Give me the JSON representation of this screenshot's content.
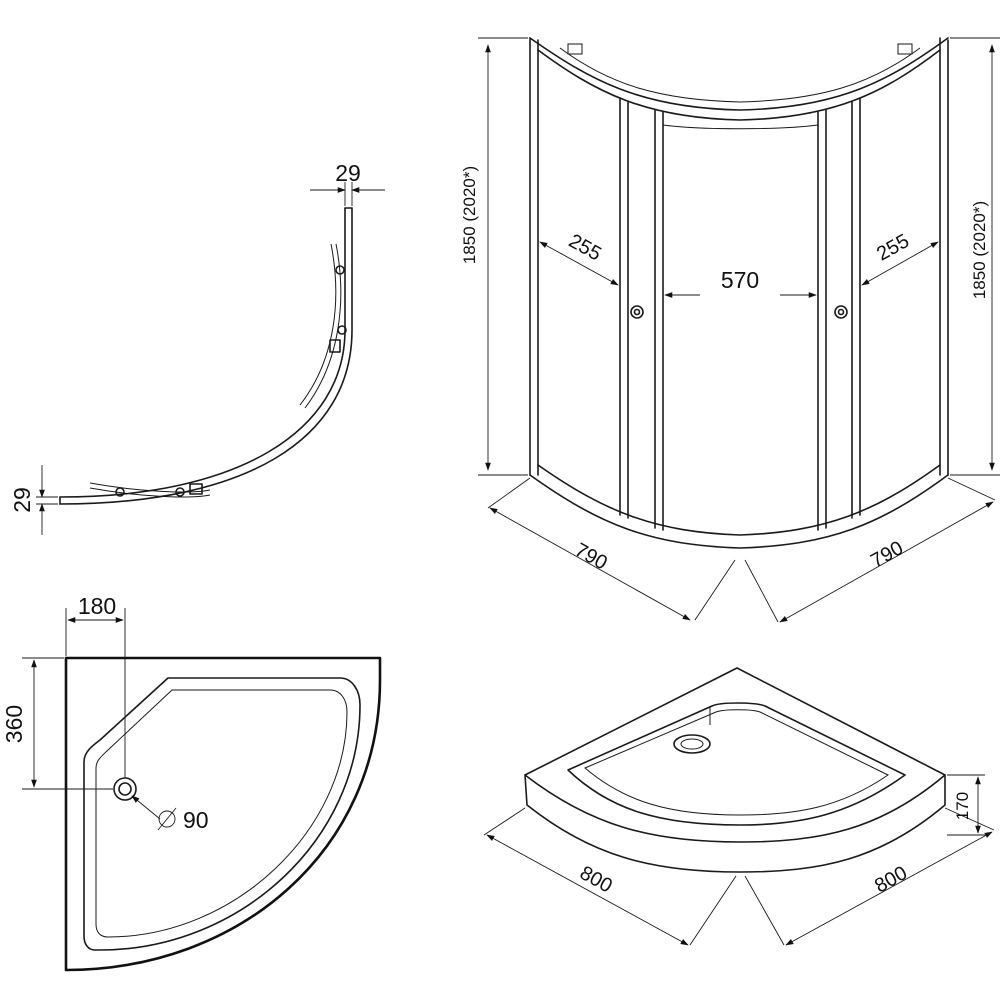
{
  "dimensions": {
    "profile_gap_top": "29",
    "profile_gap_left": "29",
    "cabin_height_left": "1850 (2020*)",
    "cabin_height_right": "1850 (2020*)",
    "side_panel_left": "255",
    "side_panel_right": "255",
    "door_opening": "570",
    "cabin_depth_left": "790",
    "cabin_depth_right": "790",
    "drain_offset_x": "180",
    "drain_offset_y": "360",
    "drain_diameter": "90",
    "tray_depth_left": "800",
    "tray_depth_right": "800",
    "tray_height": "170"
  }
}
